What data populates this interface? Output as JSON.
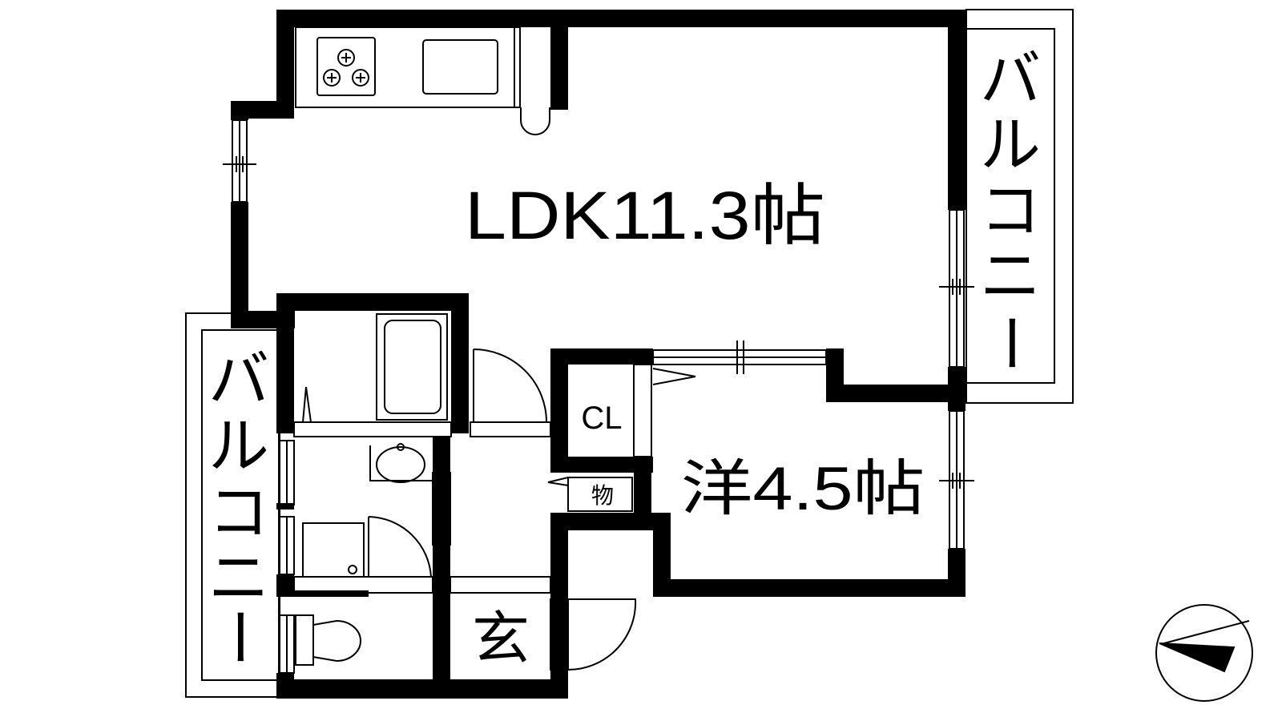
{
  "rooms": {
    "ldk": "LDK11.3帖",
    "western": "洋4.5帖",
    "closet": "CL",
    "storage": "物",
    "entrance": "玄"
  },
  "balconies": {
    "right": [
      "バ",
      "ル",
      "コ",
      "ニ",
      "ー"
    ],
    "left": [
      "バ",
      "ル",
      "コ",
      "ニ",
      "ー"
    ]
  },
  "icons": {
    "compass": "north-arrow-compass-icon",
    "stove": "stove-icon",
    "sink": "kitchen-sink-icon",
    "bathtub": "bathtub-icon",
    "washbasin": "washbasin-icon",
    "washer": "washing-machine-pan-icon",
    "toilet": "toilet-icon"
  },
  "colors": {
    "wall": "#000000",
    "background": "#ffffff"
  }
}
